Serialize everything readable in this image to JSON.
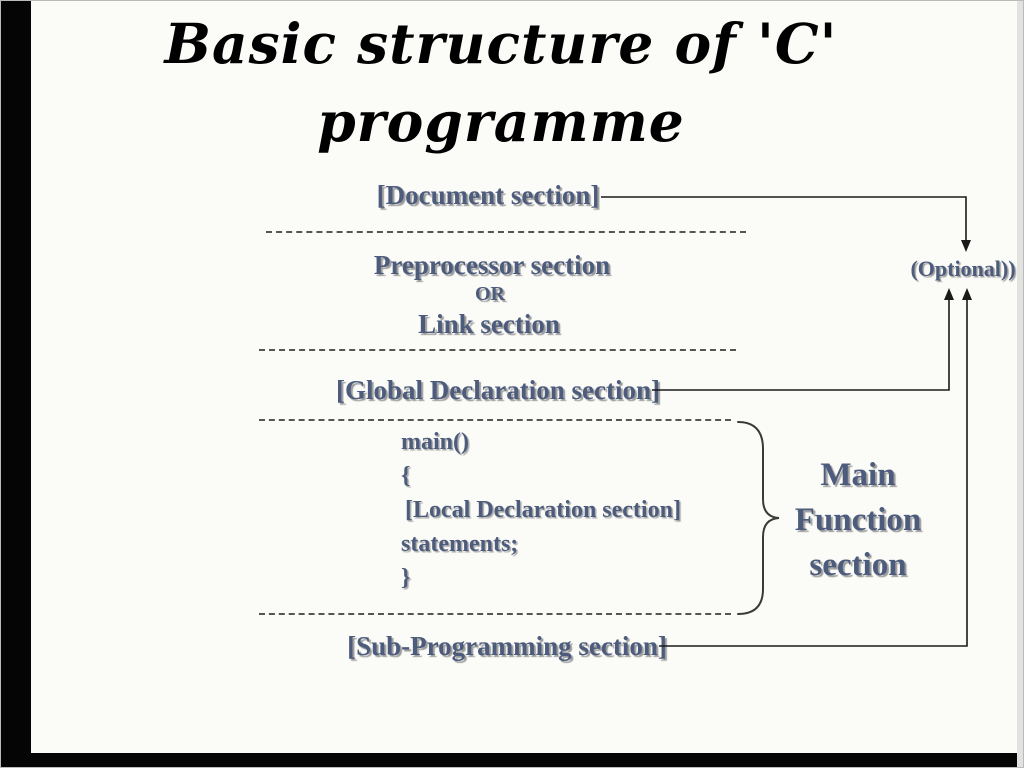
{
  "title": {
    "line1": "Basic structure of 'C'",
    "line2": "programme"
  },
  "diagram": {
    "document_section": "[Document section]",
    "preprocessor_section": "Preprocessor section",
    "or_label": "OR",
    "link_section": "Link section",
    "global_declaration_section": "[Global Declaration section]",
    "main_code": {
      "line1": "main()",
      "line2": "{",
      "line3": "[Local Declaration section]",
      "line4": "statements;",
      "line5": "}"
    },
    "sub_programming_section": "[Sub-Programming section]",
    "optional_label": "(Optional))",
    "main_function_label": {
      "line1": "Main",
      "line2": "Function",
      "line3": "section"
    }
  },
  "colors": {
    "heading_text": "#4d5c7c",
    "title_text": "#000000",
    "connector": "#1a1a1a",
    "dashed_line": "#555555",
    "background": "#fbfbf8",
    "border_bars": "#050505"
  }
}
